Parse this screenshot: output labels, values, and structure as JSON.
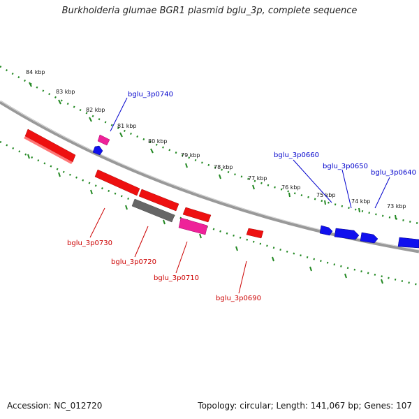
{
  "title": "Burkholderia glumae BGR1 plasmid bglu_3p, complete sequence",
  "footer": {
    "accession": "Accession: NC_012720",
    "summary": "Topology: circular; Length: 141,067 bp; Genes: 107"
  },
  "colors": {
    "forward": "#1010ee",
    "reverse": "#ee1010",
    "pink": "#ee2299",
    "gray": "#666666",
    "backbone": "#888888",
    "tick_green": "#228822",
    "label_blue": "#0000cc",
    "label_red": "#cc0000"
  },
  "scale_ticks": [
    "84 kbp",
    "83 kbp",
    "82 kbp",
    "81 kbp",
    "80 kbp",
    "79 kbp",
    "78 kbp",
    "77 kbp",
    "76 kbp",
    "75 kbp",
    "74 kbp",
    "73 kbp"
  ],
  "gene_labels": [
    {
      "id": "bglu_3p0740",
      "strand": "forward"
    },
    {
      "id": "bglu_3p0660",
      "strand": "forward"
    },
    {
      "id": "bglu_3p0650",
      "strand": "forward"
    },
    {
      "id": "bglu_3p0640",
      "strand": "forward"
    },
    {
      "id": "bglu_3p0730",
      "strand": "reverse"
    },
    {
      "id": "bglu_3p0720",
      "strand": "reverse"
    },
    {
      "id": "bglu_3p0710",
      "strand": "reverse"
    },
    {
      "id": "bglu_3p0690",
      "strand": "reverse"
    }
  ]
}
